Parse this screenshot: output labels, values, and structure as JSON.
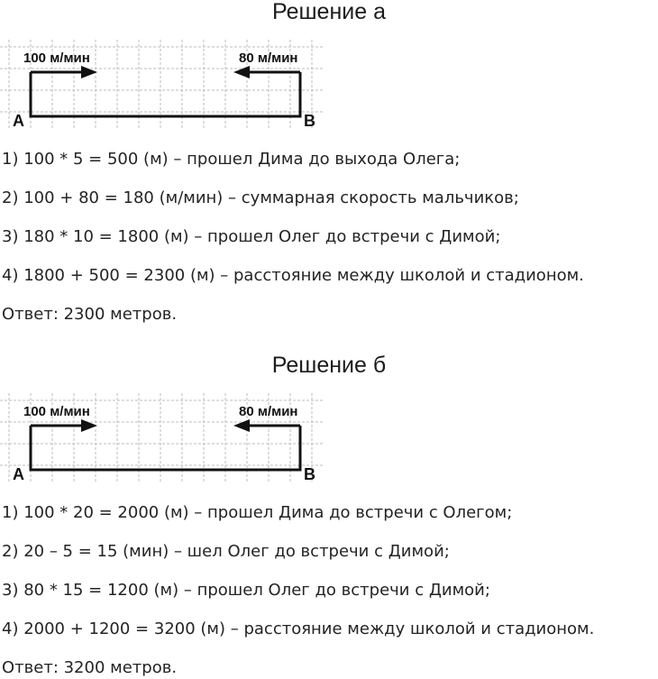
{
  "solutions": [
    {
      "heading": "Решение а",
      "diagram": {
        "speed_left": "100 м/мин",
        "speed_right": "80 м/мин",
        "point_a": "А",
        "point_b": "В"
      },
      "lines": [
        "1) 100 * 5 = 500 (м) – прошел Дима до выхода Олега;",
        "2) 100 + 80 = 180 (м/мин) – суммарная скорость мальчиков;",
        "3) 180 * 10 = 1800 (м) – прошел Олег до встречи с Димой;",
        "4) 1800 + 500 = 2300 (м) – расстояние между школой и стадионом.",
        "Ответ: 2300 метров."
      ]
    },
    {
      "heading": "Решение б",
      "diagram": {
        "speed_left": "100 м/мин",
        "speed_right": "80 м/мин",
        "point_a": "А",
        "point_b": "В"
      },
      "lines": [
        "1) 100 * 20 = 2000 (м) – прошел Дима до встречи с Олегом;",
        "2) 20 – 5 = 15 (мин) – шел Олег до встречи с Димой;",
        "3) 80 * 15 = 1200 (м) – прошел Олег до встречи с Димой;",
        "4) 2000 + 1200 = 3200 (м) – расстояние между школой и стадионом.",
        "Ответ: 3200 метров."
      ]
    }
  ]
}
